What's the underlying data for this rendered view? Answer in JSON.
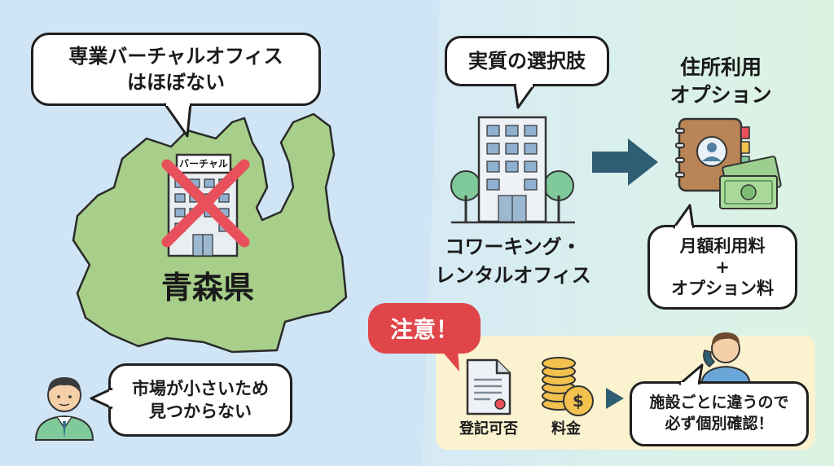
{
  "left": {
    "bubble_top": {
      "line1": "専業バーチャルオフィス",
      "line2": "はほぼない"
    },
    "building_sign": "バーチャル",
    "region_label": "青森県",
    "bubble_bottom": {
      "line1": "市場が小さいため",
      "line2": "見つからない"
    }
  },
  "right": {
    "bubble_choice": "実質の選択肢",
    "coworking_label": {
      "line1": "コワーキング・",
      "line2": "レンタルオフィス"
    },
    "option_title": {
      "line1": "住所利用",
      "line2": "オプション"
    },
    "fee_bubble": {
      "line1": "月額利用料",
      "line2": "+",
      "line3": "オプション料"
    }
  },
  "caution": {
    "badge": "注意！",
    "item1_label": "登記可否",
    "item2_label": "料金",
    "bubble": {
      "line1": "施設ごとに違うので",
      "line2": "必ず個別確認！"
    }
  },
  "colors": {
    "map_fill": "#a8cf8a",
    "cross": "#e8505b",
    "arrow": "#2f5d73",
    "badge": "#e0454a",
    "caution_panel": "#fbf2cf"
  }
}
